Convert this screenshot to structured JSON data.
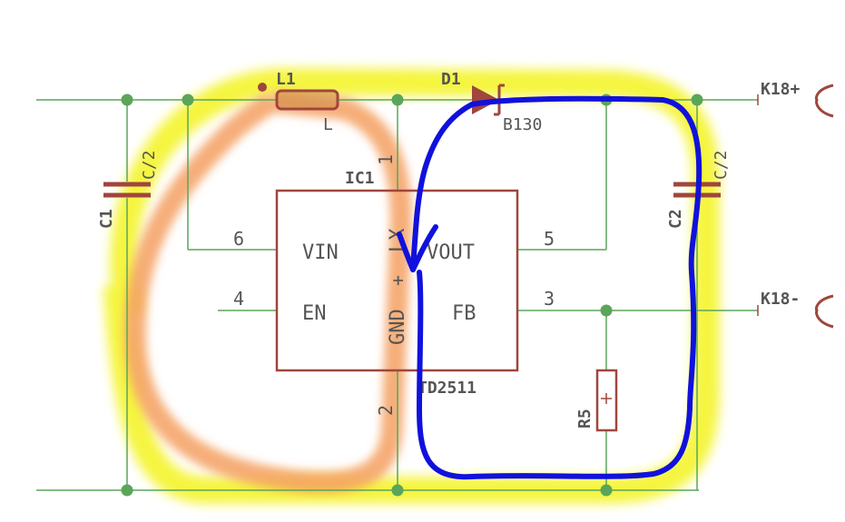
{
  "labels": {
    "l1_name": "L1",
    "l1_value": "L",
    "d1_name": "D1",
    "d1_value": "B130",
    "k18_plus": "K18+",
    "k18_minus": "K18-",
    "c1_name": "C1",
    "c1_value": "C/2",
    "c2_name": "C2",
    "c2_value": "C/2",
    "ic1_name": "IC1",
    "ic1_part": "TD2511",
    "r5_name": "R5",
    "pin_vin": "VIN",
    "pin_en": "EN",
    "pin_lx": "LX",
    "pin_vout": "VOUT",
    "pin_fb": "FB",
    "pin_gnd": "GND",
    "pin_num_1": "1",
    "pin_num_2": "2",
    "pin_num_3": "3",
    "pin_num_4": "4",
    "pin_num_5": "5",
    "pin_num_6": "6",
    "plus_sign": "+"
  },
  "colors": {
    "wire": "#5aa55a",
    "component": "#a0463c",
    "text": "#555555",
    "highlight_yellow": "#f2f200",
    "highlight_orange": "#f4a060",
    "annotation_blue": "#1111dd"
  }
}
